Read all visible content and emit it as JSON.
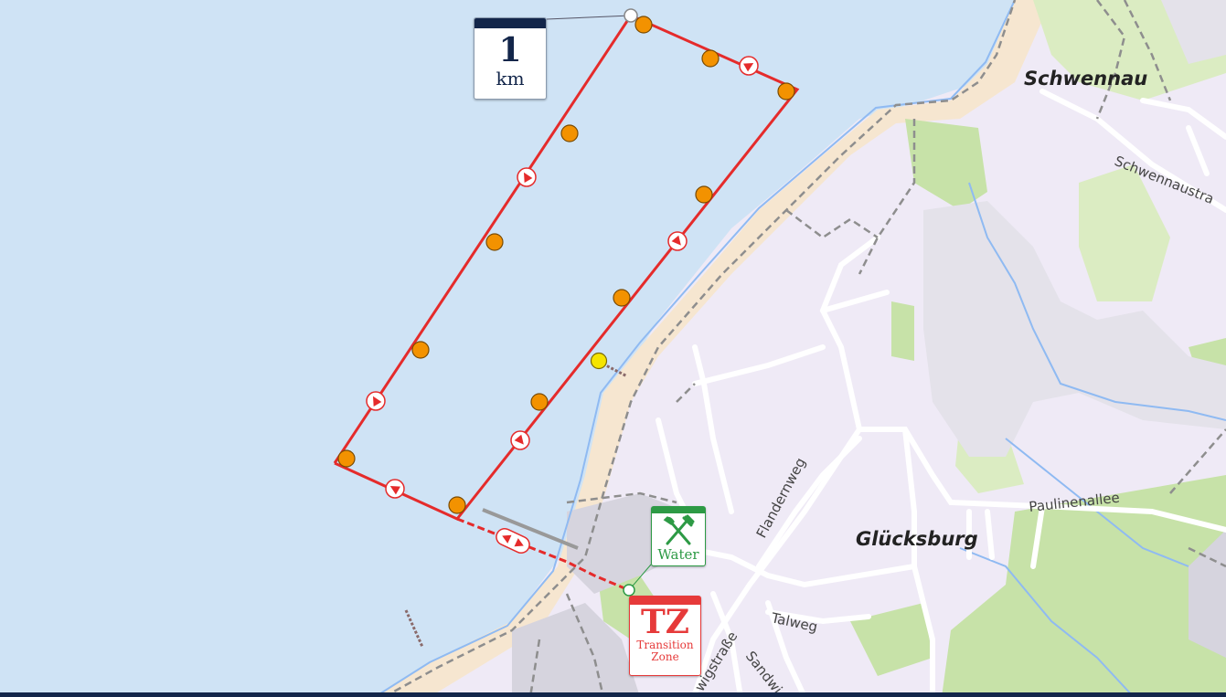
{
  "map": {
    "places": {
      "schwennau": "Schwennau",
      "gluecksburg": "Glücksburg"
    },
    "streets": {
      "schwennaustrasse": "Schwennaustra",
      "paulinenallee": "Paulinenallee",
      "flandernweg": "Flandernweg",
      "talweg": "Talweg",
      "ludwigstrasse": "wigstraße",
      "sandwig": "Sandwi"
    },
    "markers": {
      "km": {
        "value": "1",
        "unit": "km"
      },
      "water": {
        "label": "Water",
        "icon": "fork-knife-icon"
      },
      "transition": {
        "abbr": "TZ",
        "line1": "Transition",
        "line2": "Zone"
      }
    },
    "colors": {
      "water": "#cfe3f5",
      "land": "#efeaf6",
      "green": "#dbecc2",
      "course": "#e52b2b",
      "buoy": "#f39200",
      "start_buoy": "#f5e400",
      "dark_navy": "#13264a",
      "water_green": "#2d9a45"
    }
  }
}
